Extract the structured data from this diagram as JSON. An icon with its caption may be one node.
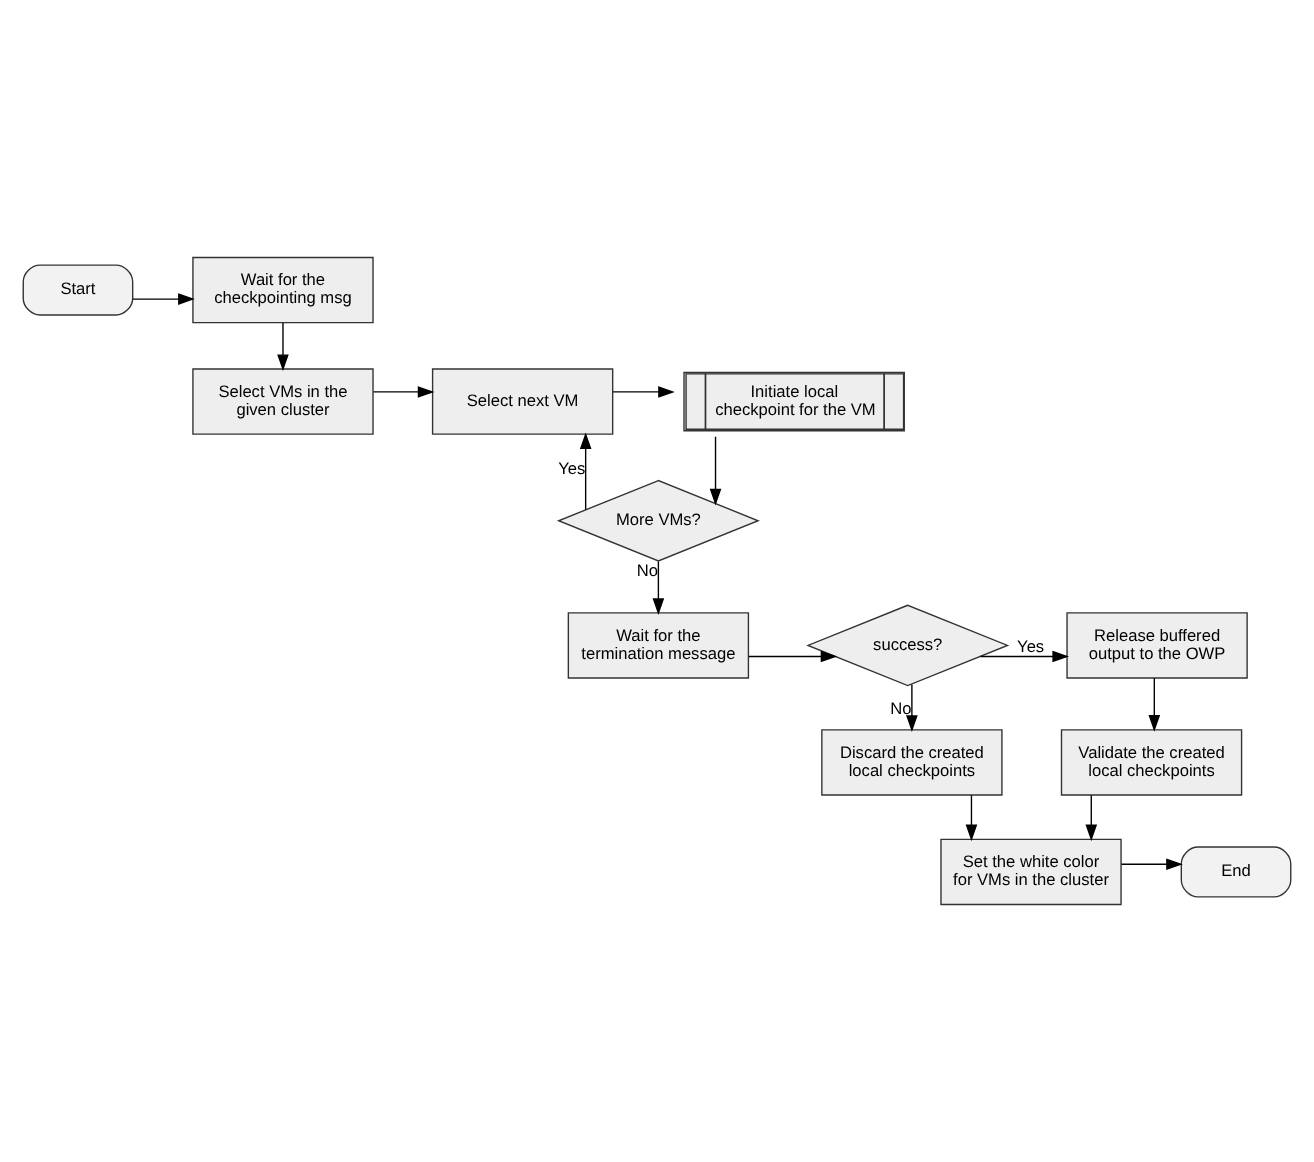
{
  "diagram": {
    "nodes": [
      {
        "text": [
          "Start"
        ]
      },
      {
        "text": [
          "Wait for the checkpointing msg"
        ]
      },
      {
        "text": [
          "Select VMs in the given cluster"
        ]
      },
      {
        "text": [
          "Select next VM"
        ]
      },
      {
        "text": [
          "Initiate local checkpoint for the VM"
        ]
      },
      {
        "text": [
          "More VMs?"
        ]
      },
      {
        "text": [
          "Wait for the termination message"
        ]
      },
      {
        "text": [
          "success?"
        ]
      },
      {
        "text": [
          "Release buffered output to the OWP"
        ]
      },
      {
        "text": [
          "Discard the created local checkpoints"
        ]
      },
      {
        "text": [
          "Validate the created local checkpoints"
        ]
      },
      {
        "text": [
          "Set the white color for VMs in the cluster"
        ]
      },
      {
        "text": [
          "End"
        ]
      }
    ],
    "edges": [
      {
        "from": 0,
        "to": 1,
        "arrow": "to"
      },
      {
        "from": 1,
        "to": 2,
        "arrow": "to"
      },
      {
        "from": 2,
        "to": 3,
        "arrow": "to"
      },
      {
        "from": 3,
        "to": 4,
        "arrow": "to"
      },
      {
        "from": 4,
        "to": 5,
        "arrow": "to"
      },
      {
        "from": 5,
        "to": 3,
        "arrow": "to",
        "label": "Yes"
      },
      {
        "from": 5,
        "to": 6,
        "arrow": "to",
        "label": "No"
      },
      {
        "from": 6,
        "to": 7,
        "arrow": "to"
      },
      {
        "from": 7,
        "to": 8,
        "arrow": "to",
        "label": "Yes"
      },
      {
        "from": 7,
        "to": 9,
        "arrow": "to",
        "label": "No"
      },
      {
        "from": 8,
        "to": 10,
        "arrow": "to"
      },
      {
        "from": 9,
        "to": 11,
        "arrow": "to"
      },
      {
        "from": 10,
        "to": 11,
        "arrow": "to"
      },
      {
        "from": 11,
        "to": 12,
        "arrow": "to"
      }
    ]
  }
}
